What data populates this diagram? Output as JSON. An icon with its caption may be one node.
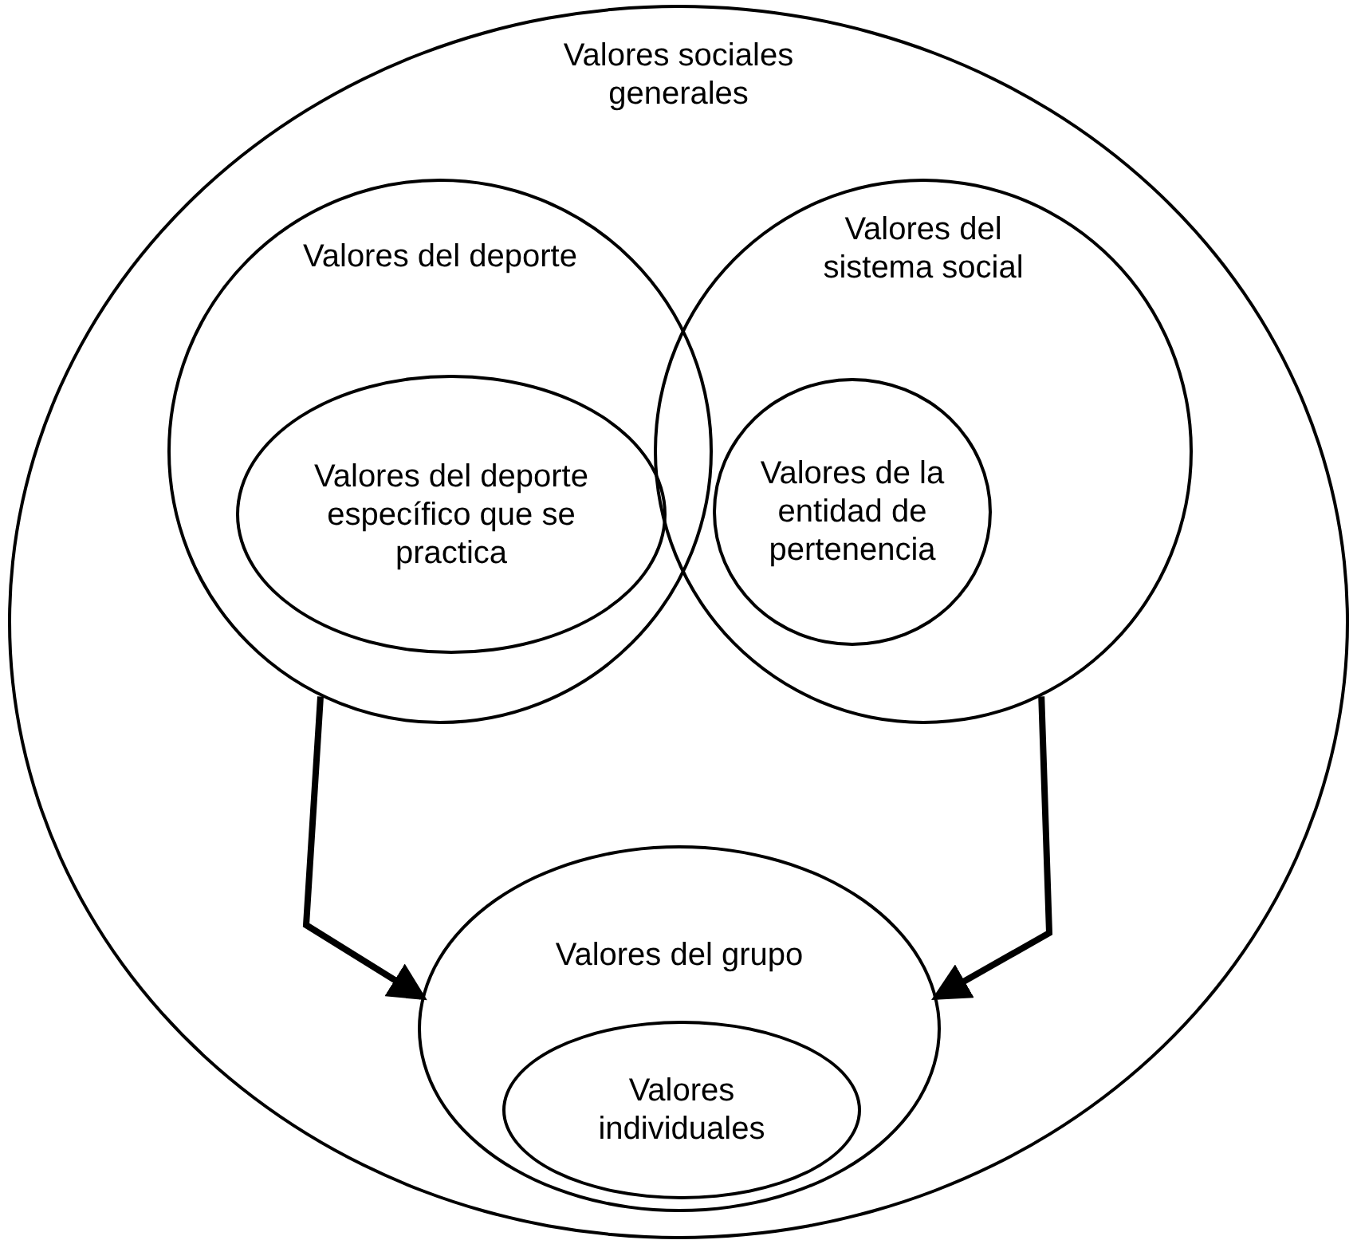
{
  "diagram": {
    "nodes": [
      {
        "text": [
          "Valores sociales generales"
        ]
      },
      {
        "text": [
          "Valores del deporte"
        ],
        "in": 0
      },
      {
        "text": [
          "Valores del deporte específico que se practica"
        ],
        "in": 1
      },
      {
        "text": [
          "Valores del sistema social"
        ],
        "in": 0
      },
      {
        "text": [
          "Valores de la entidad de pertenencia"
        ],
        "in": 3
      },
      {
        "text": [
          "Valores del grupo"
        ],
        "in": 0
      },
      {
        "text": [
          "Valores individuales"
        ],
        "in": 5
      }
    ],
    "edges": [
      {
        "from": 1,
        "to": 5,
        "arrow": "to"
      },
      {
        "from": 3,
        "to": 5,
        "arrow": "to"
      }
    ]
  }
}
